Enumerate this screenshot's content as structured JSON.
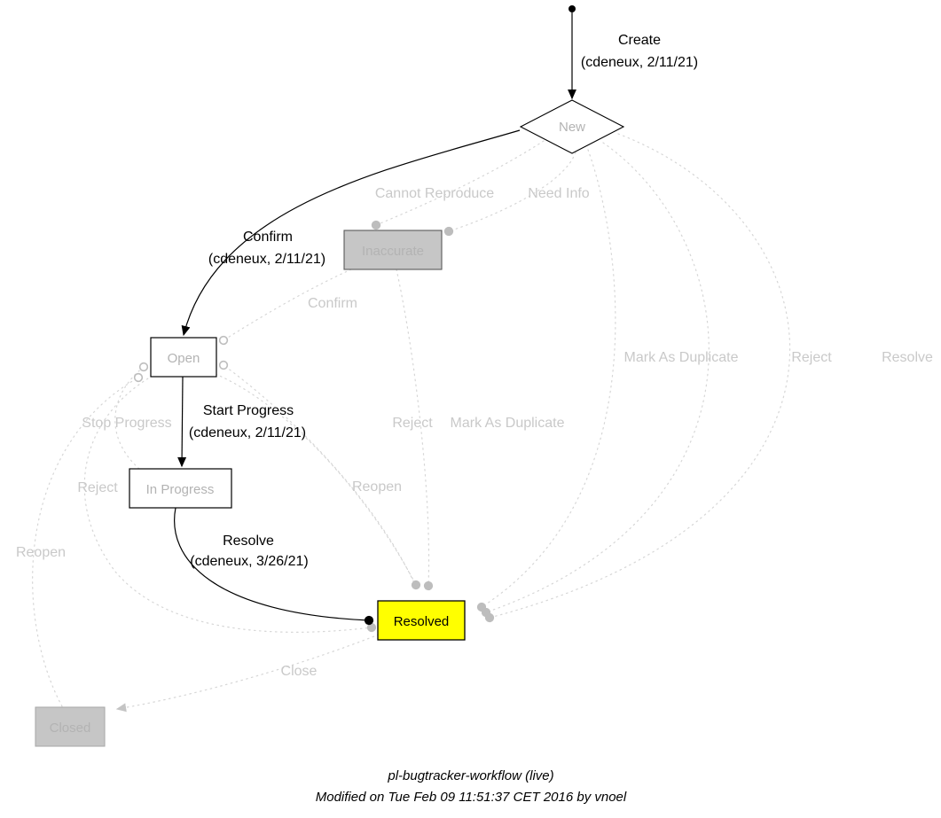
{
  "diagram": {
    "nodes": {
      "new": "New",
      "inaccurate": "Inaccurate",
      "open": "Open",
      "in_progress": "In Progress",
      "resolved": "Resolved",
      "closed": "Closed"
    },
    "edges": {
      "create": {
        "label": "Create",
        "by": "(cdeneux, 2/11/21)"
      },
      "confirm": {
        "label": "Confirm",
        "by": "(cdeneux, 2/11/21)"
      },
      "start_progress": {
        "label": "Start Progress",
        "by": "(cdeneux, 2/11/21)"
      },
      "resolve": {
        "label": "Resolve",
        "by": "(cdeneux, 3/26/21)"
      },
      "cannot_reproduce": {
        "label": "Cannot Reproduce"
      },
      "need_info": {
        "label": "Need Info"
      },
      "confirm_pending": {
        "label": "Confirm"
      },
      "mark_as_duplicate_new": {
        "label": "Mark As Duplicate"
      },
      "reject_new": {
        "label": "Reject"
      },
      "resolve_new": {
        "label": "Resolve"
      },
      "stop_progress": {
        "label": "Stop Progress"
      },
      "reject_open": {
        "label": "Reject"
      },
      "reject_mid": {
        "label": "Reject"
      },
      "mark_as_duplicate_mid": {
        "label": "Mark As Duplicate"
      },
      "reopen_resolved": {
        "label": "Reopen"
      },
      "reopen_closed": {
        "label": "Reopen"
      },
      "close": {
        "label": "Close"
      }
    },
    "colors": {
      "resolved_fill": "#ffff00",
      "gray_node_fill": "#c6c6c6",
      "active_edge": "#000000",
      "inactive_edge": "#d6d6d6"
    },
    "footer": {
      "title": "pl-bugtracker-workflow (live)",
      "modified": "Modified on Tue Feb 09 11:51:37 CET 2016 by vnoel"
    }
  }
}
